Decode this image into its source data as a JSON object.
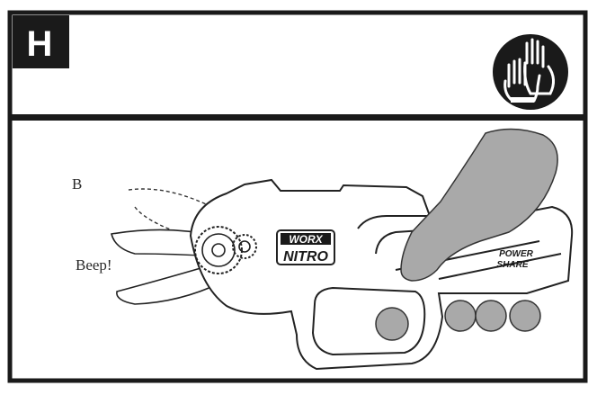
{
  "step": {
    "letter": "H"
  },
  "header": {
    "icon": "gloves-icon"
  },
  "labels": {
    "position": "B",
    "sound": "Beep!"
  },
  "tool": {
    "brand": "WORX",
    "model": "NITRO",
    "badge_line1": "POWER",
    "badge_line2": "SHARE"
  },
  "colors": {
    "frame": "#1a1a1a",
    "finger": "#a9a9a9",
    "buttons": "#a9a9a9",
    "background": "#ffffff"
  }
}
